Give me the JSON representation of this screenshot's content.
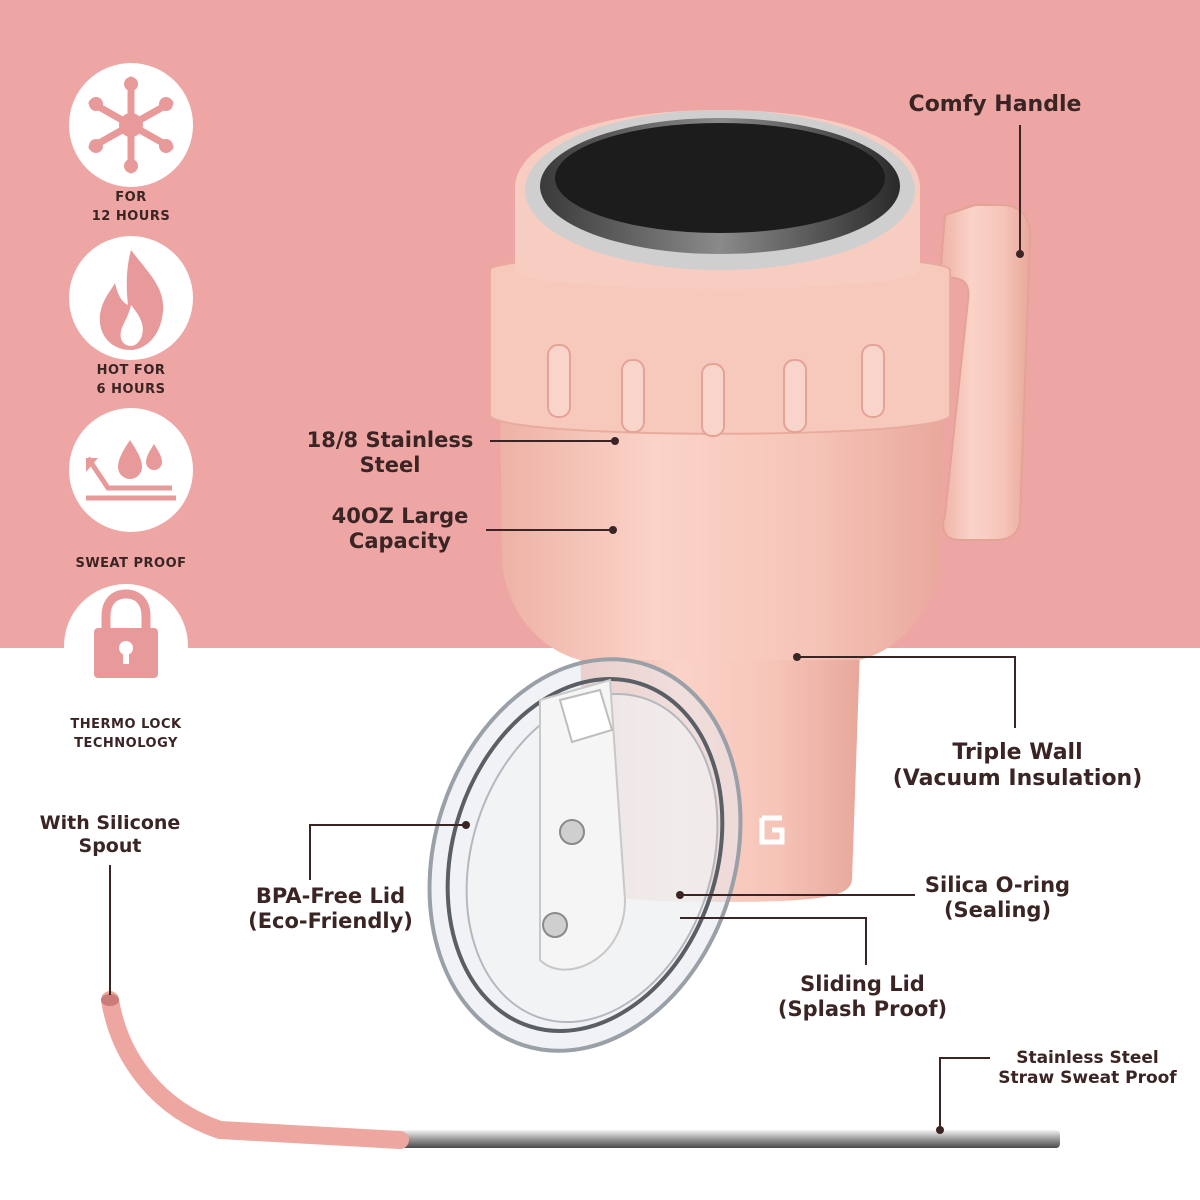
{
  "features": [
    {
      "icon": "snowflake-icon",
      "lines": [
        "FOR",
        "12 HOURS"
      ]
    },
    {
      "icon": "flame-icon",
      "lines": [
        "HOT FOR",
        "6 HOURS"
      ]
    },
    {
      "icon": "water-drops-icon",
      "lines": [
        "SWEAT PROOF"
      ]
    },
    {
      "icon": "padlock-icon",
      "lines": [
        "THERMO LOCK",
        "TECHNOLOGY"
      ]
    }
  ],
  "callouts": {
    "comfy_handle": "Comfy Handle",
    "stainless": [
      "18/8 Stainless",
      "Steel"
    ],
    "capacity": [
      "40OZ Large",
      "Capacity"
    ],
    "triple_wall": [
      "Triple Wall",
      "(Vacuum Insulation)"
    ],
    "spout": [
      "With Silicone",
      "Spout"
    ],
    "bpa_lid": [
      "BPA-Free Lid",
      "(Eco-Friendly)"
    ],
    "oring": [
      "Silica O-ring",
      "(Sealing)"
    ],
    "sliding_lid": [
      "Sliding Lid",
      "(Splash Proof)"
    ],
    "straw": [
      "Stainless Steel",
      "Straw Sweat Proof"
    ]
  },
  "colors": {
    "background_top": "#eea6a4",
    "tumbler_pink": "#f5c3b8",
    "icon_pink": "#e89a9a",
    "text_dark": "#3a2424"
  }
}
